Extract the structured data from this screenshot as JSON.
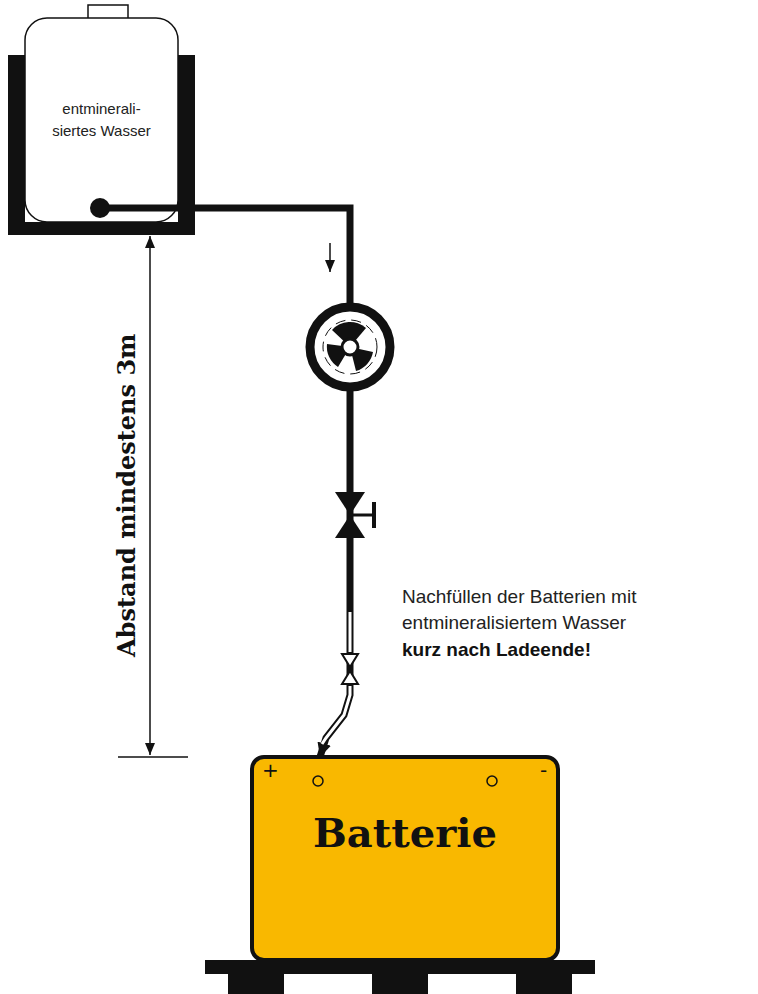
{
  "diagram": {
    "nodes": [
      {
        "text": [
          "entminerali- siertes Wasser"
        ]
      },
      {
        "text": [
          "Batterie"
        ]
      }
    ],
    "edges": [
      {
        "from": 0,
        "to": 1,
        "arrow": "to"
      }
    ],
    "labels": [
      "Abstand mindestens 3m",
      "Nachfüllen der Batterien mit entmineralisiertem Wasser",
      "kurz nach Ladeende!",
      "+",
      "-"
    ]
  }
}
